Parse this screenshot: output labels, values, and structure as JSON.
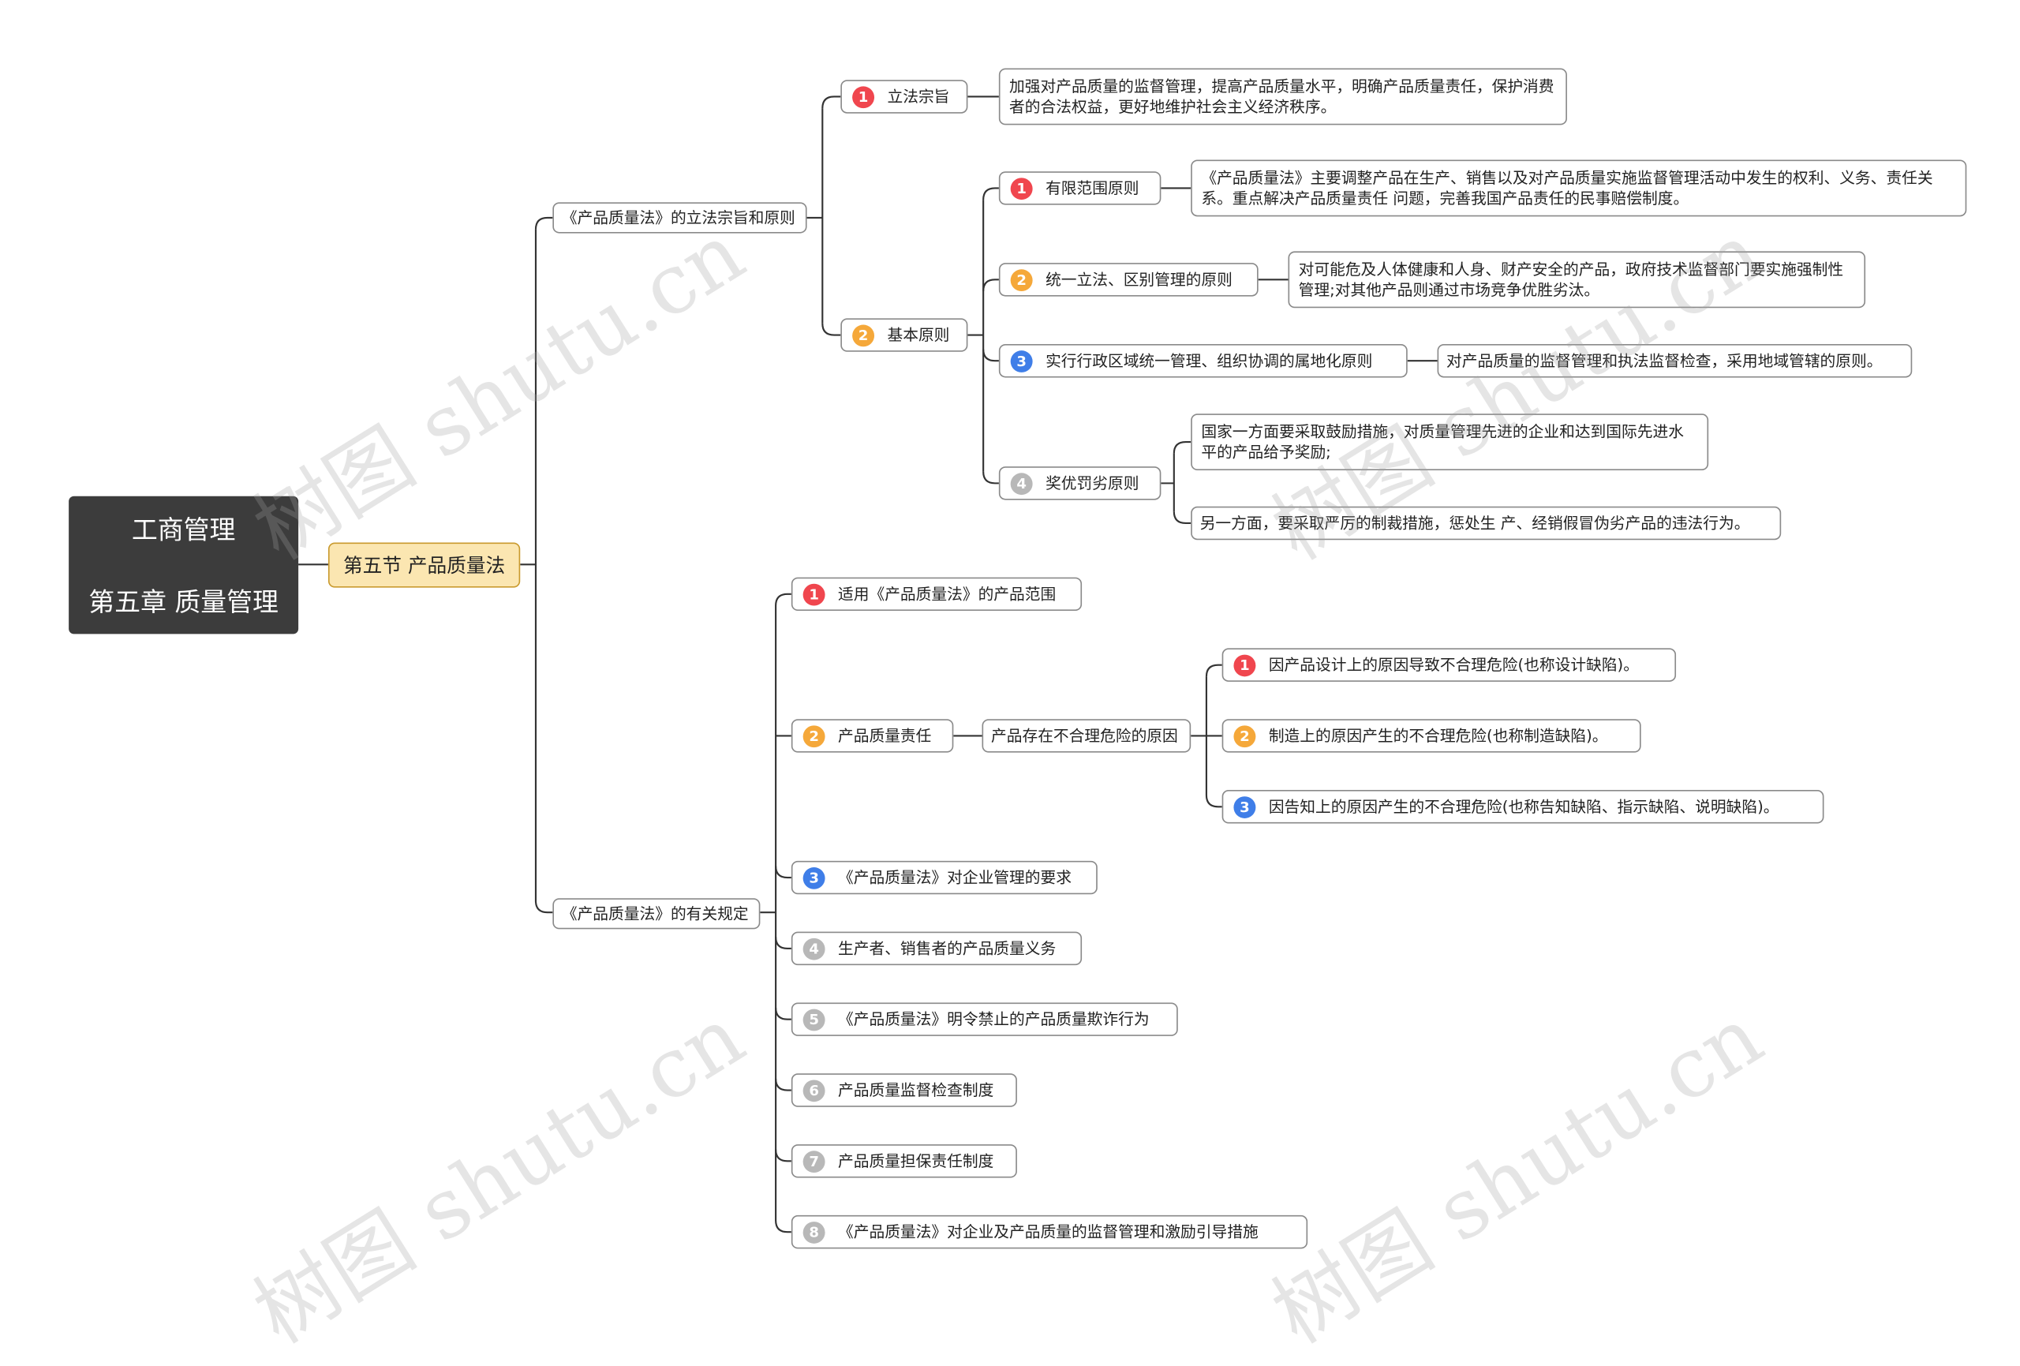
{
  "root": {
    "line1": "工商管理",
    "line2": "第五章 质量管理"
  },
  "section": "第五节 产品质量法",
  "branch_a": {
    "label": "《产品质量法》的立法宗旨和原则",
    "purpose": {
      "badge": "1",
      "label": "立法宗旨",
      "detail": "加强对产品质量的监督管理，提高产品质量水平，明确产品质量责任，保护消费者的合法权益，更好地维护社会主义经济秩序。"
    },
    "principles": {
      "badge": "2",
      "label": "基本原则",
      "items": [
        {
          "badge": "1",
          "label": "有限范围原则",
          "detail": "《产品质量法》主要调整产品在生产、销售以及对产品质量实施监督管理活动中发生的权利、义务、责任关系。重点解决产品质量责任 问题，完善我国产品责任的民事赔偿制度。"
        },
        {
          "badge": "2",
          "label": "统一立法、区别管理的原则",
          "detail": "对可能危及人体健康和人身、财产安全的产品，政府技术监督部门要实施强制性管理;对其他产品则通过市场竞争优胜劣汰。"
        },
        {
          "badge": "3",
          "label": "实行行政区域统一管理、组织协调的属地化原则",
          "detail": "对产品质量的监督管理和执法监督检查，采用地域管辖的原则。"
        },
        {
          "badge": "4",
          "label": "奖优罚劣原则",
          "detail1": "国家一方面要采取鼓励措施，对质量管理先进的企业和达到国际先进水平的产品给予奖励;",
          "detail2": "另一方面，要采取严厉的制裁措施，惩处生 产、经销假冒伪劣产品的违法行为。"
        }
      ]
    }
  },
  "branch_b": {
    "label": "《产品质量法》的有关规定",
    "items": [
      {
        "badge": "1",
        "label": "适用《产品质量法》的产品范围"
      },
      {
        "badge": "2",
        "label": "产品质量责任"
      },
      {
        "badge": "3",
        "label": "《产品质量法》对企业管理的要求"
      },
      {
        "badge": "4",
        "label": "生产者、销售者的产品质量义务"
      },
      {
        "badge": "5",
        "label": "《产品质量法》明令禁止的产品质量欺诈行为"
      },
      {
        "badge": "6",
        "label": "产品质量监督检查制度"
      },
      {
        "badge": "7",
        "label": "产品质量担保责任制度"
      },
      {
        "badge": "8",
        "label": "《产品质量法》对企业及产品质量的监督管理和激励引导措施"
      }
    ],
    "cause": {
      "label": "产品存在不合理危险的原因",
      "items": [
        {
          "badge": "1",
          "label": "因产品设计上的原因导致不合理危险(也称设计缺陷)。"
        },
        {
          "badge": "2",
          "label": "制造上的原因产生的不合理危险(也称制造缺陷)。"
        },
        {
          "badge": "3",
          "label": "因告知上的原因产生的不合理危险(也称告知缺陷、指示缺陷、说明缺陷)。"
        }
      ]
    }
  },
  "watermark": "树图 shutu.cn",
  "colors": {
    "badge1": "#f0464e",
    "badge2": "#f5a83a",
    "badge3": "#3f7ee8",
    "badge_gray": "#b8b8b8",
    "line": "#333333"
  }
}
